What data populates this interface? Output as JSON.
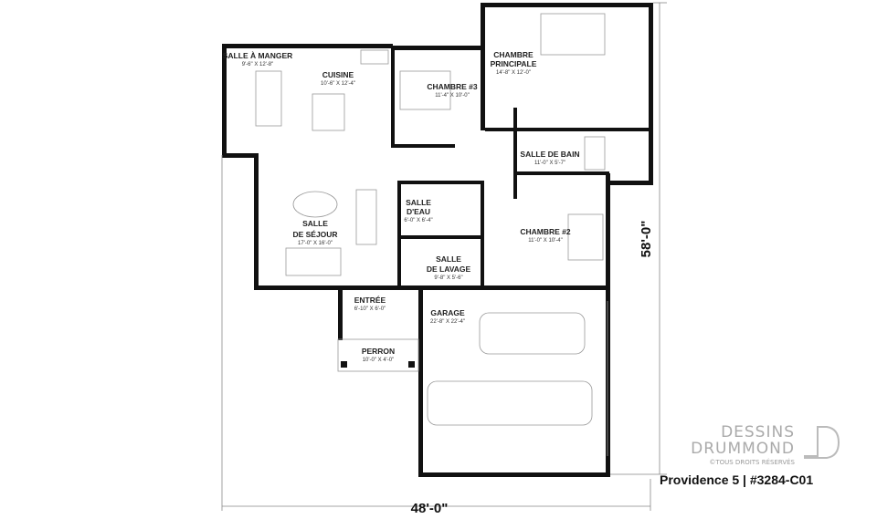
{
  "rooms": [
    {
      "name": "SALLE À MANGER",
      "size": "9'-6\" X 12'-8\""
    },
    {
      "name": "CUISINE",
      "size": "10'-6\" X 12'-4\""
    },
    {
      "name": "CHAMBRE #3",
      "size": "11'-4\" X 10'-0\""
    },
    {
      "name": "CHAMBRE",
      "name2": "PRINCIPALE",
      "size": "14'-8\" X 12'-0\""
    },
    {
      "name": "SALLE DE BAIN",
      "size": "11'-0\" X 5'-7\""
    },
    {
      "name": "SALLE",
      "name2": "D'EAU",
      "size": "6'-0\" X 6'-4\""
    },
    {
      "name": "SALLE",
      "name2": "DE SÉJOUR",
      "size": "17'-0\" X 16'-0\""
    },
    {
      "name": "CHAMBRE #2",
      "size": "11'-0\" X 10'-4\""
    },
    {
      "name": "SALLE",
      "name2": "DE LAVAGE",
      "size": "9'-8\" X 5'-6\""
    },
    {
      "name": "ENTRÉE",
      "size": "6'-10\" X 6'-0\""
    },
    {
      "name": "GARAGE",
      "size": "22'-8\" X 22'-4\""
    },
    {
      "name": "PERRON",
      "size": "10'-0\" X 4'-0\""
    }
  ],
  "dimensions": {
    "width": "48'-0\"",
    "depth": "58'-0\""
  },
  "brand": {
    "line1": "DESSINS",
    "line2": "DRUMMOND",
    "rights": "©TOUS DROITS RÉSERVÉS"
  },
  "caption": "Providence 5 | #3284-C01"
}
